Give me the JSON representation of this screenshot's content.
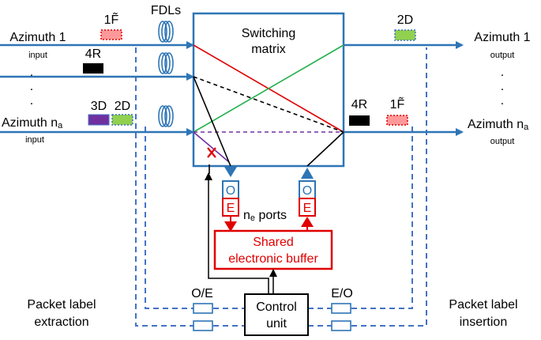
{
  "labels": {
    "fdls": "FDLs",
    "switching_matrix_line1": "Switching",
    "switching_matrix_line2": "matrix",
    "azimuth_1_in": "Azimuth 1",
    "azimuth_1_in_sub": "input",
    "azimuth_1_out": "Azimuth 1",
    "azimuth_1_out_sub": "output",
    "azimuth_na_in": "Azimuth n",
    "azimuth_na_in_subscript": "a",
    "azimuth_na_in_sub": "input",
    "azimuth_na_out": "Azimuth n",
    "azimuth_na_out_subscript": "a",
    "azimuth_na_out_sub": "output",
    "ne_ports": "n",
    "ne_ports_subscript": "e",
    "ne_ports_rest": " ports",
    "shared_buffer_line1": "Shared",
    "shared_buffer_line2": "electronic buffer",
    "control_unit_line1": "Control",
    "control_unit_line2": "unit",
    "oe_left": "O/E",
    "eo_right": "E/O",
    "packet_label_extraction_1": "Packet label",
    "packet_label_extraction_2": "extraction",
    "packet_label_insertion_1": "Packet label",
    "packet_label_insertion_2": "insertion",
    "converter_o": "O",
    "converter_e": "E"
  },
  "block_labels": {
    "f1_in": "1F̃",
    "r4_in": "4R",
    "d3_in": "3D",
    "d2_in": "2D",
    "d2_out": "2D",
    "r4_out": "4R",
    "f1_out": "1F̃"
  },
  "colors": {
    "fiber_blue": "#2e75b6",
    "dash_blue": "#4472c4",
    "red": "#e00000",
    "green": "#22b14c",
    "purple": "#7030a0",
    "block_black": "#000000",
    "block_purple": "#7030a0",
    "block_green": "#92d050",
    "block_pink": "#ff9999"
  }
}
